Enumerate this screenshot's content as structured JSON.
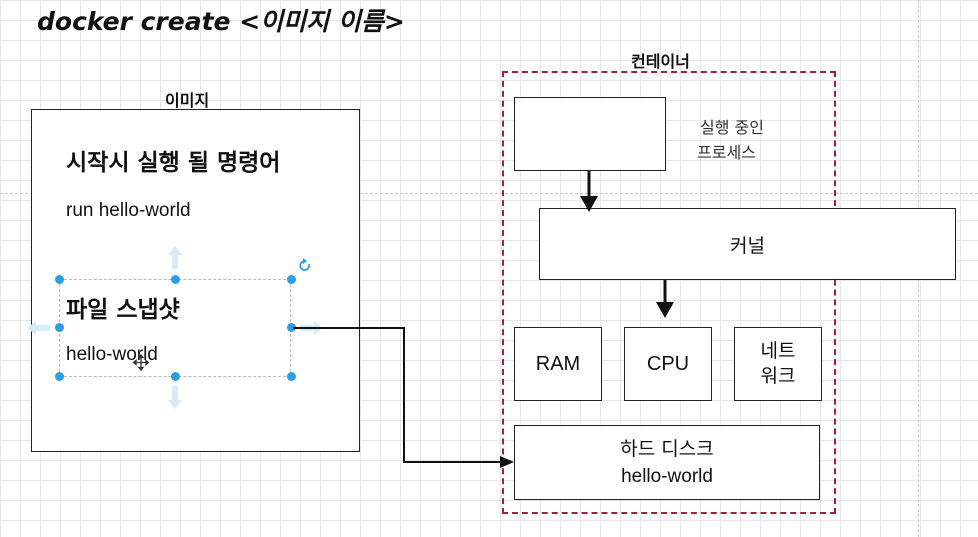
{
  "title": "docker create <이미지 이름>",
  "image_panel": {
    "label": "이미지",
    "startup_heading": "시작시 실행 될 명령어",
    "startup_command": "run hello-world",
    "snapshot_heading": "파일 스냅샷",
    "snapshot_file": "hello-world"
  },
  "container_panel": {
    "label": "컨테이너",
    "process_label_line1": "실행 중인",
    "process_label_line2": "프로세스",
    "kernel_label": "커널",
    "ram_label": "RAM",
    "cpu_label": "CPU",
    "network_label_line1": "네트",
    "network_label_line2": "워크",
    "disk_label": "하드 디스크",
    "disk_file": "hello-world"
  },
  "colors": {
    "container_border": "#a3203a",
    "selection_handle": "#2a9fe8",
    "grid": "#e6e6e6"
  }
}
